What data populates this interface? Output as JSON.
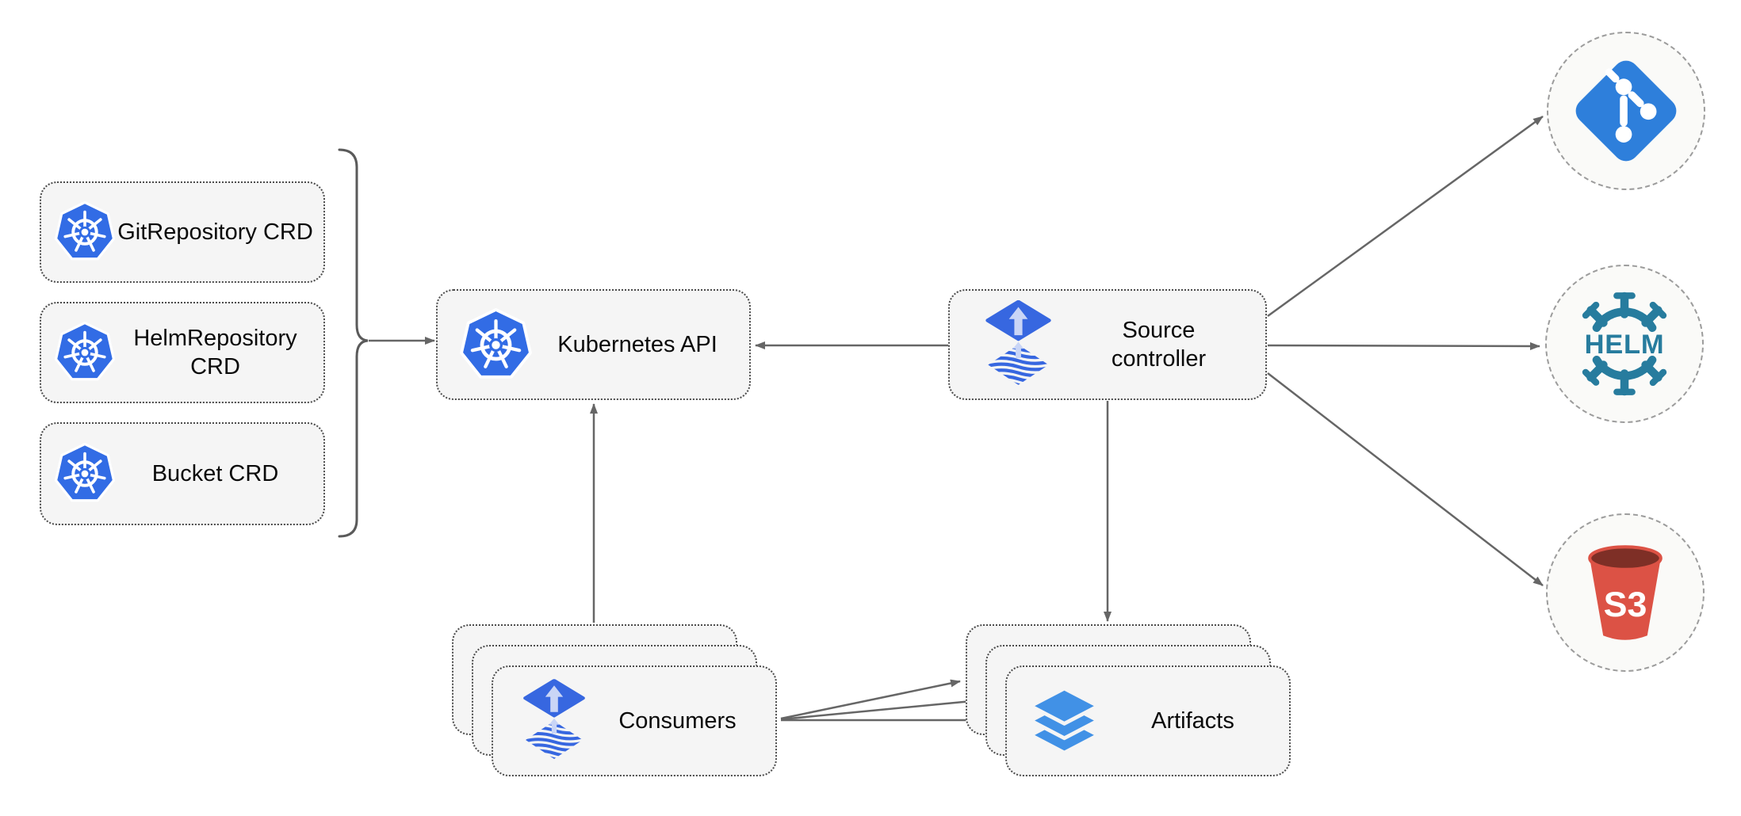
{
  "diagram": {
    "type": "architecture-diagram",
    "colors": {
      "background": "#FFFFFF",
      "box_fill": "#F5F5F5",
      "box_border": "#4C4C4C",
      "circle_fill": "#FAFAF8",
      "circle_border": "#9C9C9C",
      "arrow": "#666666",
      "kubernetes_blue": "#326CE5",
      "flux_blue": "#3767E0",
      "flux_arrow_light": "#C9D5F6",
      "layers_blue": "#4191E6",
      "git_blue": "#2E7FDB",
      "helm_teal": "#277C9E",
      "s3_red": "#DC5245",
      "s3_dark_red": "#7E2F26"
    },
    "crd_boxes": [
      {
        "label": "GitRepository CRD",
        "icon": "kubernetes-icon"
      },
      {
        "label": "HelmRepository CRD",
        "icon": "kubernetes-icon"
      },
      {
        "label": "Bucket CRD",
        "icon": "kubernetes-icon"
      }
    ],
    "kubernetes_api": {
      "label": "Kubernetes API",
      "icon": "kubernetes-icon"
    },
    "source_controller": {
      "label": "Source controller",
      "icon": "flux-icon"
    },
    "consumers": {
      "label": "Consumers",
      "icon": "flux-icon",
      "stack_count": 3
    },
    "artifacts": {
      "label": "Artifacts",
      "icon": "layers-icon",
      "stack_count": 3
    },
    "external_sources": [
      {
        "name": "git-repository",
        "icon": "git-icon",
        "text": ""
      },
      {
        "name": "helm-repository",
        "icon": "helm-icon",
        "text": "HELM"
      },
      {
        "name": "s3-bucket",
        "icon": "s3-bucket-icon",
        "text": "S3"
      }
    ],
    "connections": [
      {
        "from": "crd-boxes-brace",
        "to": "kubernetes-api"
      },
      {
        "from": "source-controller",
        "to": "kubernetes-api"
      },
      {
        "from": "consumers",
        "to": "kubernetes-api"
      },
      {
        "from": "source-controller",
        "to": "artifacts"
      },
      {
        "from": "source-controller",
        "to": "git-repository"
      },
      {
        "from": "source-controller",
        "to": "helm-repository"
      },
      {
        "from": "source-controller",
        "to": "s3-bucket"
      },
      {
        "from": "consumers",
        "to": "artifacts",
        "count": 3
      }
    ]
  }
}
